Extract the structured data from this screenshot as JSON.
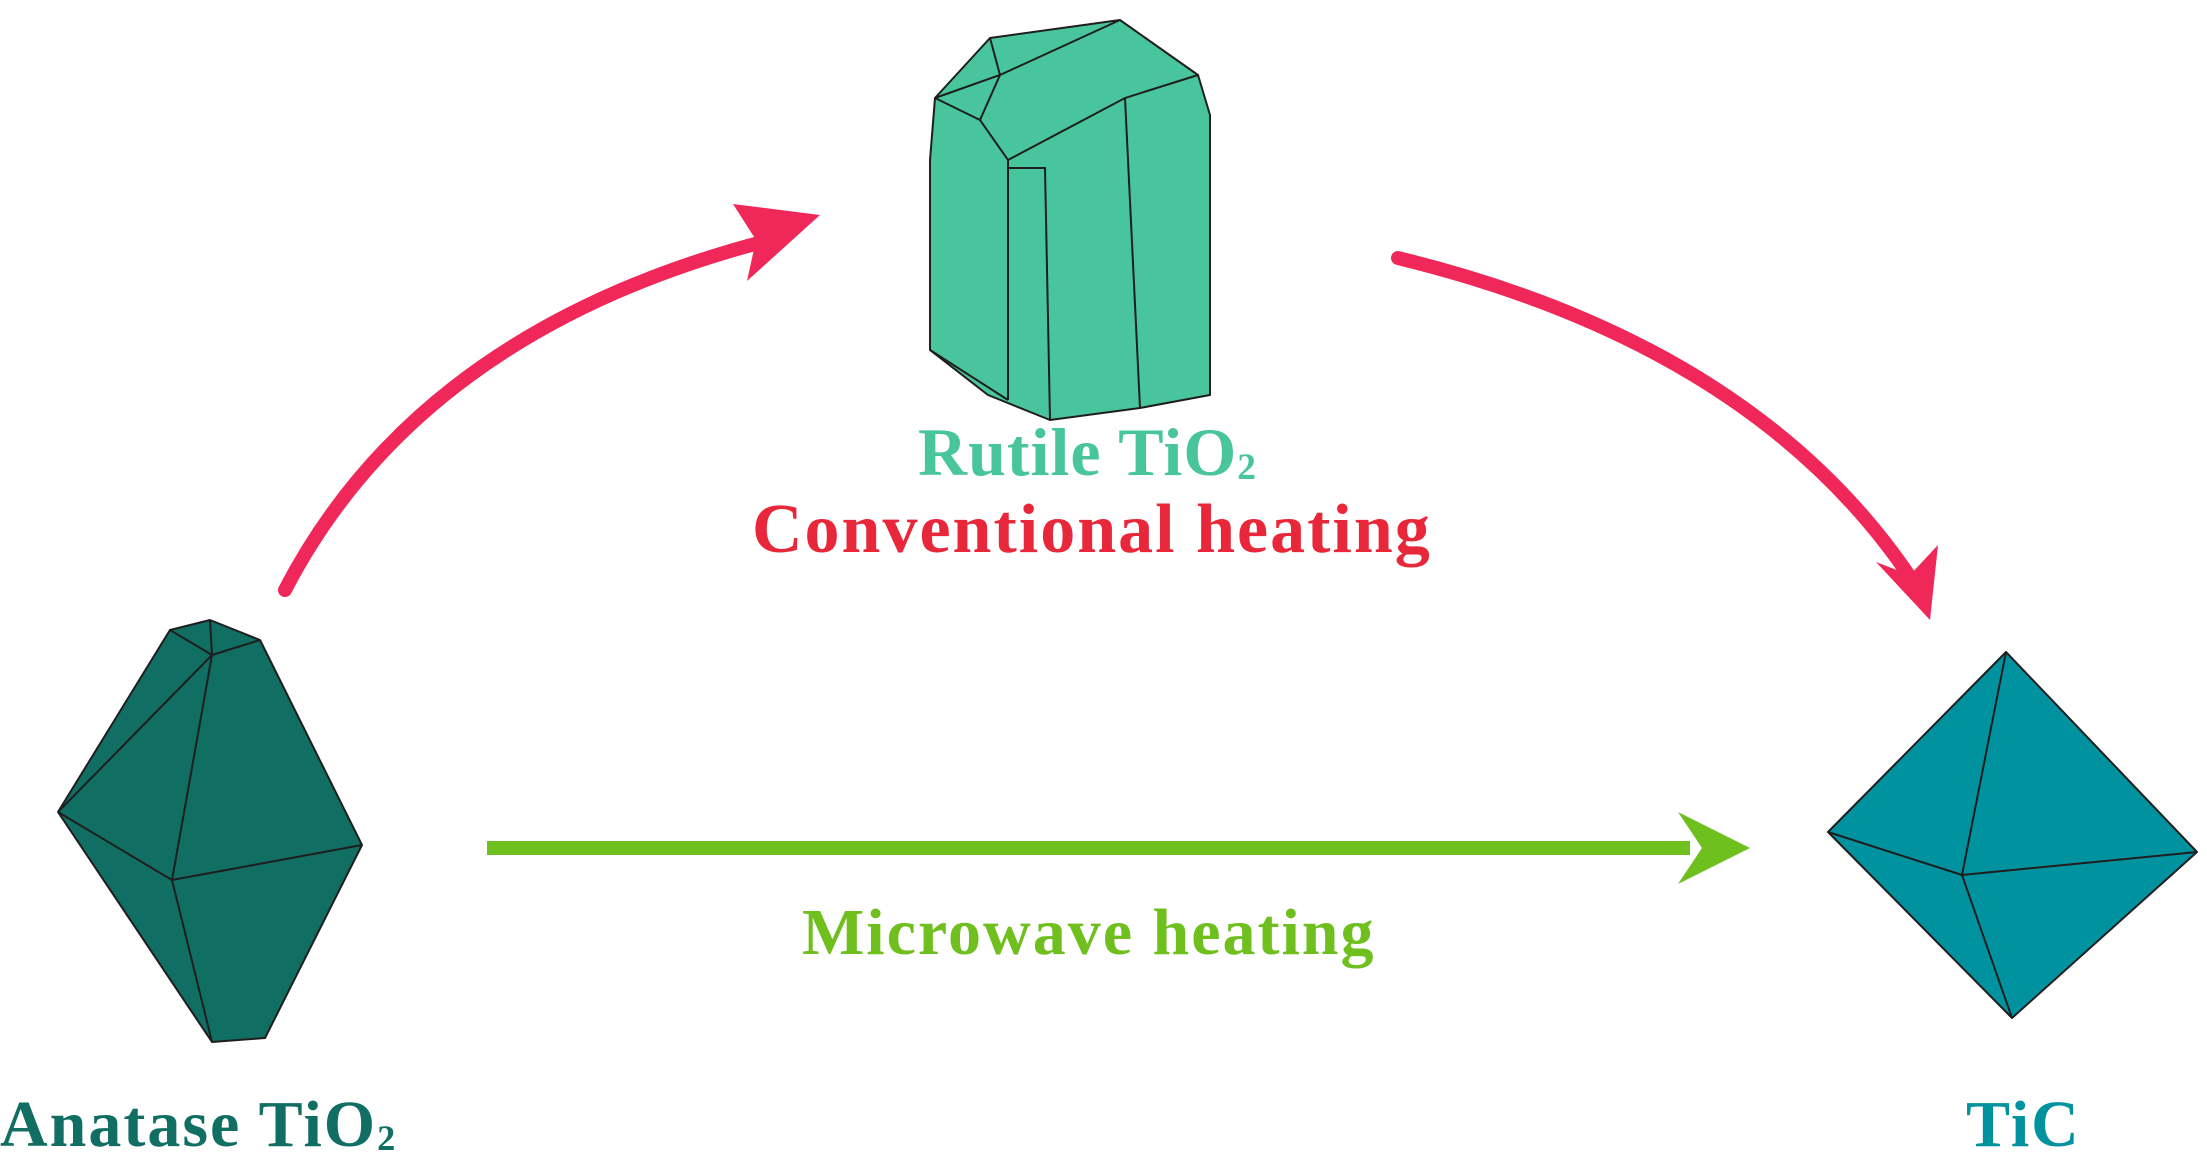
{
  "labels": {
    "rutile": {
      "text": "Rutile TiO",
      "sub": "2"
    },
    "conventional": "Conventional heating",
    "microwave": "Microwave heating",
    "anatase": {
      "text": "Anatase TiO",
      "sub": "2"
    },
    "tic": "TiC"
  },
  "colors": {
    "anatase_fill": "#116e62",
    "rutile_fill": "#49c59d",
    "tic_fill": "#00929f",
    "conventional_arrow": "#f0285a",
    "conventional_text": "#e8283a",
    "microwave": "#6fbf1e",
    "rutile_text": "#49c59d",
    "anatase_text": "#116e62",
    "tic_text": "#00929f",
    "edge": "#1e1e1e"
  }
}
